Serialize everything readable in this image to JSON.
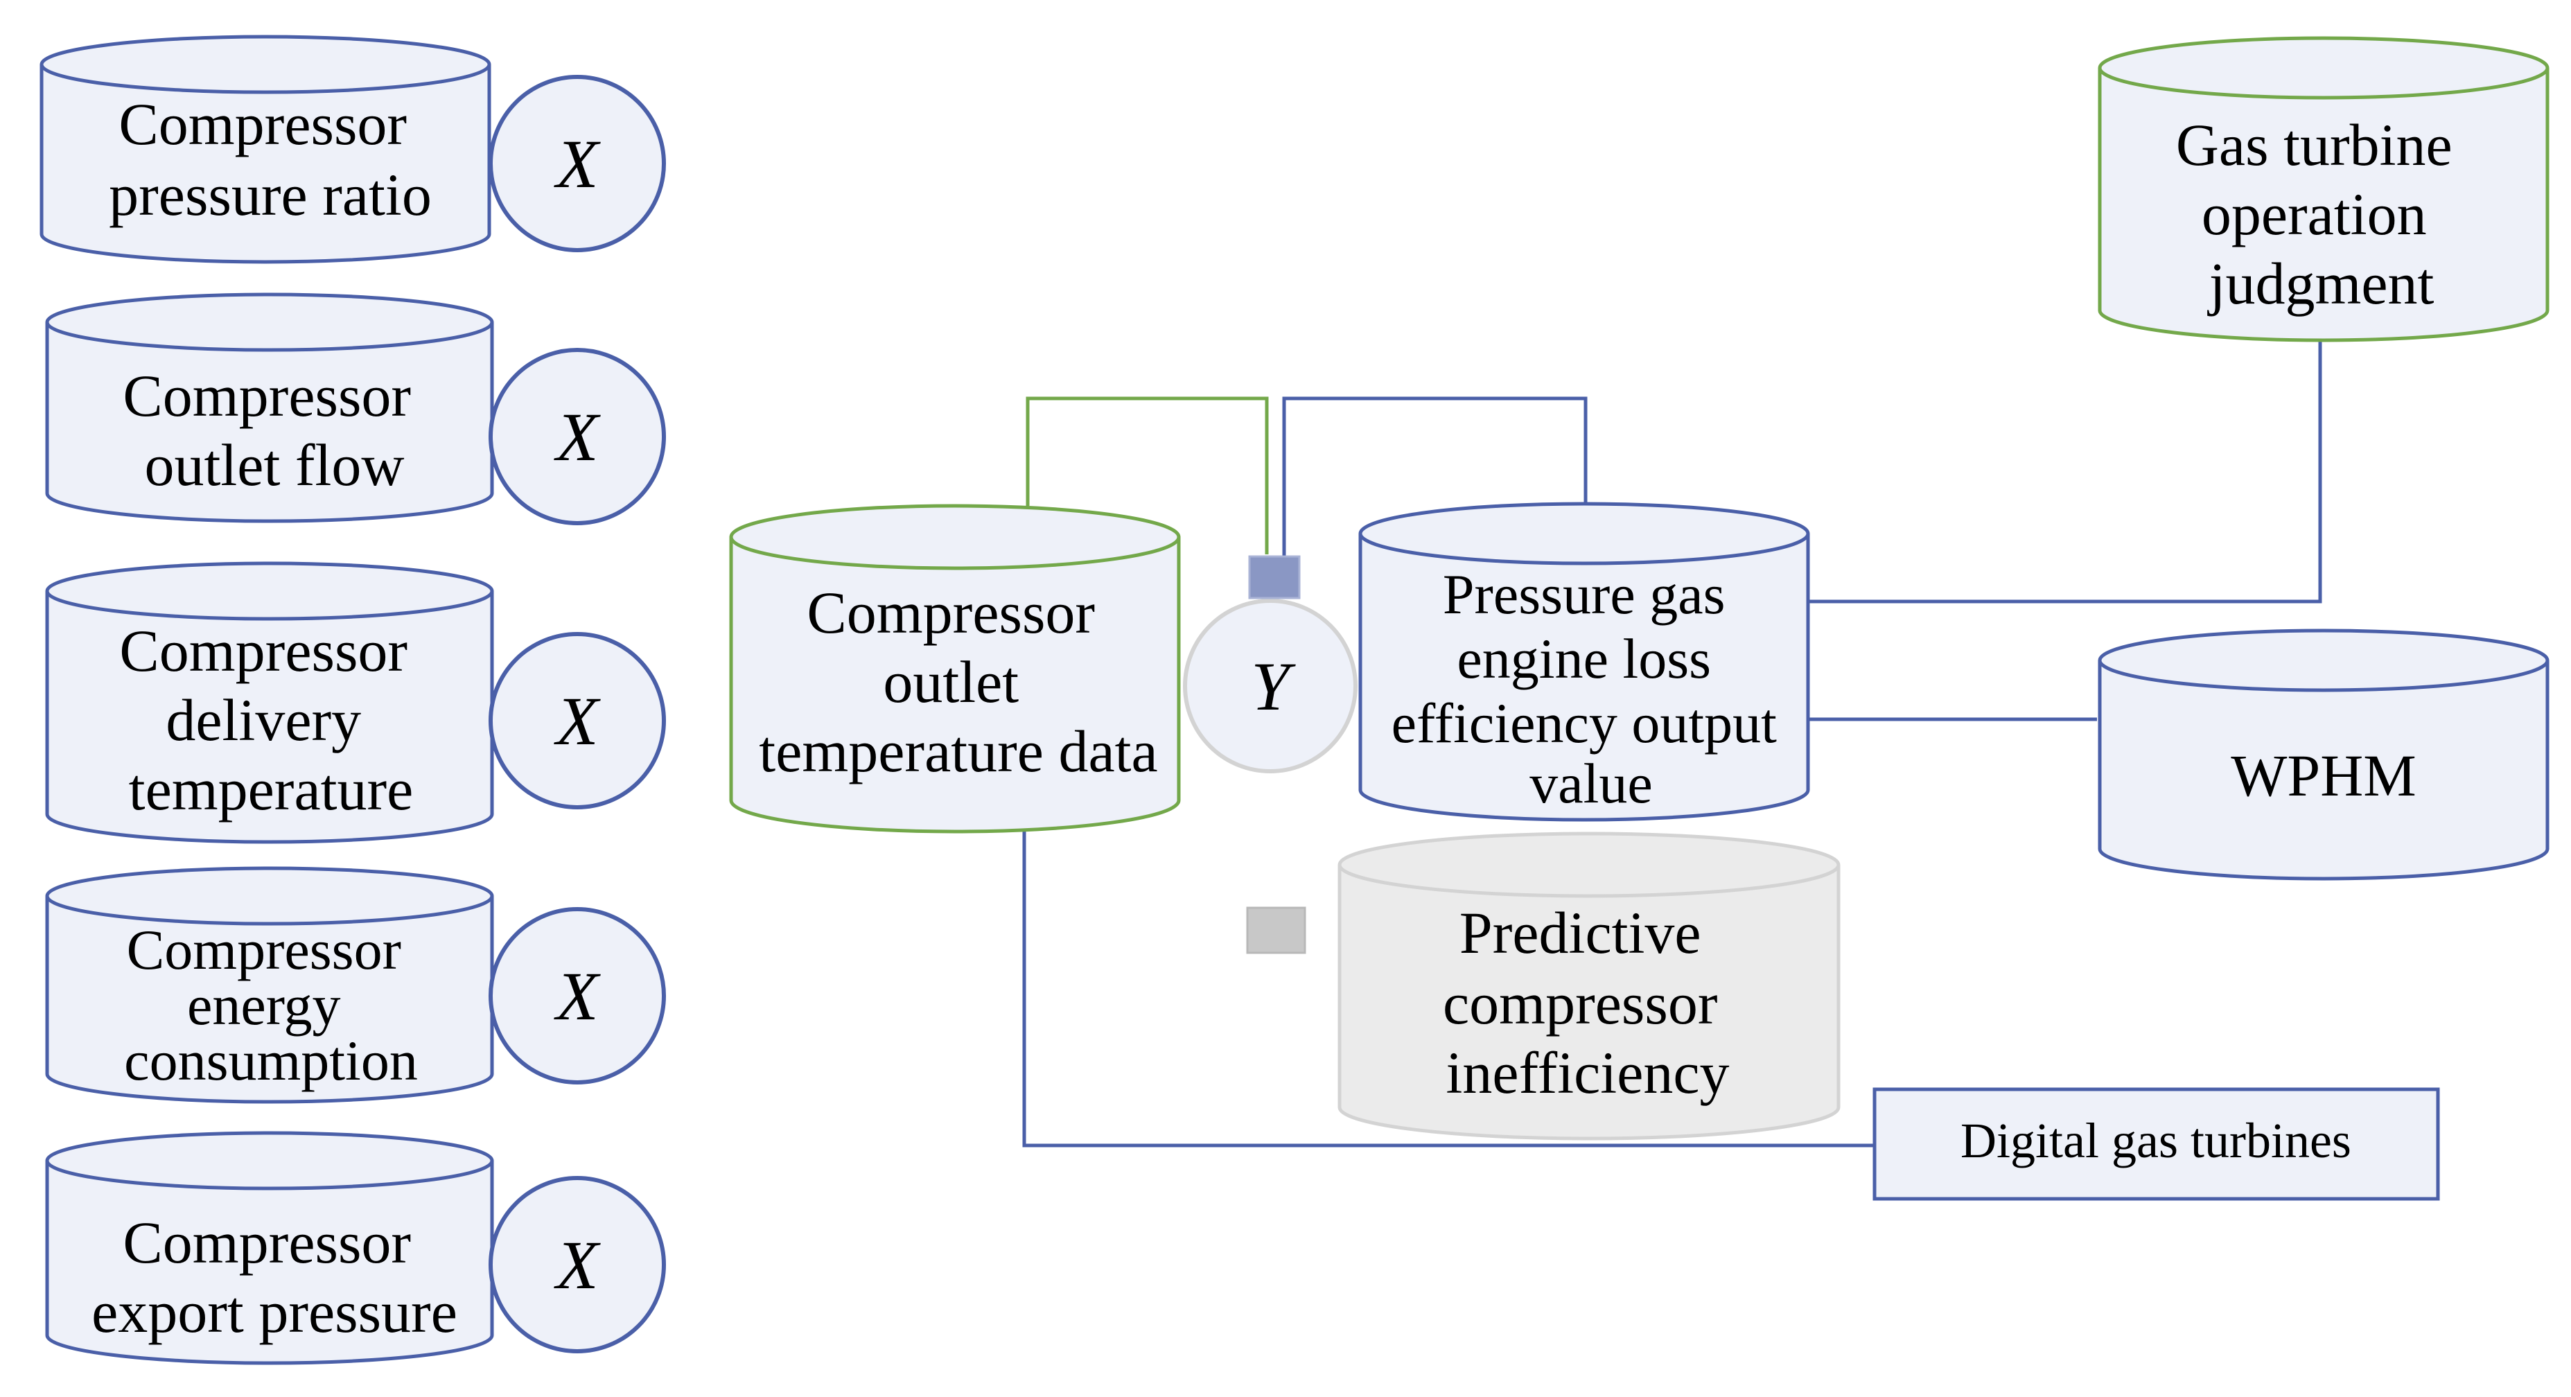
{
  "colors": {
    "blue": "#4a5fa8",
    "green": "#73a84a",
    "fill": "#eef1f9",
    "gray_stroke": "#d3d3d3",
    "gray_fill": "#ebebeb",
    "gray_square": "#c8c8c8",
    "blue_square": "#8a97c4"
  },
  "inputs": [
    {
      "lines": [
        "Compressor",
        "pressure ratio"
      ],
      "circle": "X"
    },
    {
      "lines": [
        "Compressor",
        "outlet flow"
      ],
      "circle": "X"
    },
    {
      "lines": [
        "Compressor",
        "delivery",
        "temperature"
      ],
      "circle": "X"
    },
    {
      "lines": [
        "Compressor",
        "energy",
        "consumption"
      ],
      "circle": "X"
    },
    {
      "lines": [
        "Compressor",
        "export pressure"
      ],
      "circle": "X"
    }
  ],
  "outlet_temp": {
    "lines": [
      "Compressor",
      "outlet",
      "temperature data"
    ]
  },
  "y_node": {
    "label": "Y"
  },
  "loss_efficiency": {
    "lines": [
      "Pressure gas",
      "engine loss",
      "efficiency output",
      "value"
    ]
  },
  "predictive": {
    "lines": [
      "Predictive",
      "compressor",
      "inefficiency"
    ]
  },
  "judgment": {
    "lines": [
      "Gas turbine",
      "operation",
      "judgment"
    ]
  },
  "wphm": {
    "lines": [
      "WPHM"
    ]
  },
  "digital": {
    "label": "Digital gas turbines"
  }
}
